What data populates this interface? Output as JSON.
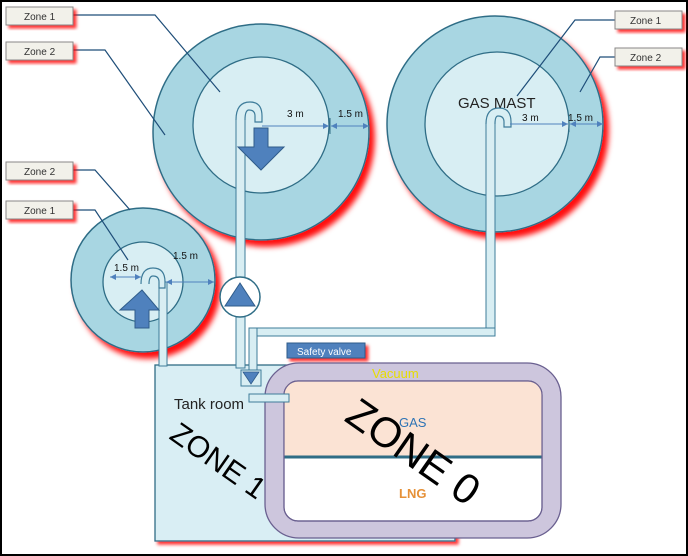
{
  "colors": {
    "outer_zone": "#A8D6E2",
    "inner_zone": "#D8EEF3",
    "pipe_fill": "#D8EEF3",
    "pipe_stroke": "#3E7C9A",
    "arrow": "#4F81BD",
    "shadow": "#FF0000",
    "tank_room": "#D9EEF4",
    "vacuum_ring": "#CDC6DD",
    "gas": "#FBE3D4",
    "lng": "#FFFFFF",
    "vacuum_text": "#E6DD00",
    "gas_text": "#2E74B5",
    "lng_text": "#E69138",
    "safety_valve_tag": "#4F81BD"
  },
  "labels": {
    "zone1_tl": "Zone 1",
    "zone2_tl": "Zone 2",
    "zone2_ml": "Zone 2",
    "zone1_ml": "Zone 1",
    "zone1_tr": "Zone 1",
    "zone2_tr": "Zone 2"
  },
  "dimensions": {
    "vent_inner": "3 m",
    "vent_outer": "1.5 m",
    "mast_inner": "3 m",
    "mast_outer": "1.5 m",
    "small_inner": "1.5 m",
    "small_outer": "1.5 m"
  },
  "texts": {
    "gas_mast": "GAS MAST",
    "safety_valve": "Safety valve",
    "vacuum": "Vacuum",
    "gas": "GAS",
    "lng": "LNG",
    "tank_room": "Tank room",
    "zone1_big": "ZONE 1",
    "zone0_big": "ZONE 0"
  },
  "icons": [
    "vent-outlet-icon",
    "down-arrow-icon",
    "up-arrow-icon",
    "pump-icon",
    "valve-icon"
  ]
}
